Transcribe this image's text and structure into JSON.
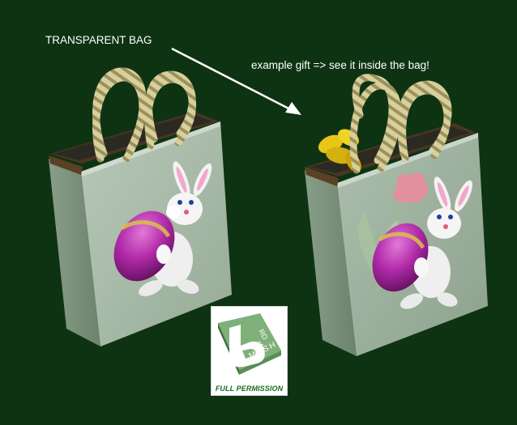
{
  "labels": {
    "bag_title": "TRANSPARENT BAG",
    "gift_note": "example gift => see it inside the bag!"
  },
  "logo": {
    "text_rd": "RD",
    "text_of": "of",
    "text_mesh": "MESH",
    "footer": "FULL PERMISSION"
  },
  "colors": {
    "background": "#0e3313",
    "bag_front": "#a8bba8",
    "bag_side": "#748a74",
    "handle": "#d8cf9a",
    "egg": "#b02aa8",
    "logo_green": "#1b6b1b"
  }
}
